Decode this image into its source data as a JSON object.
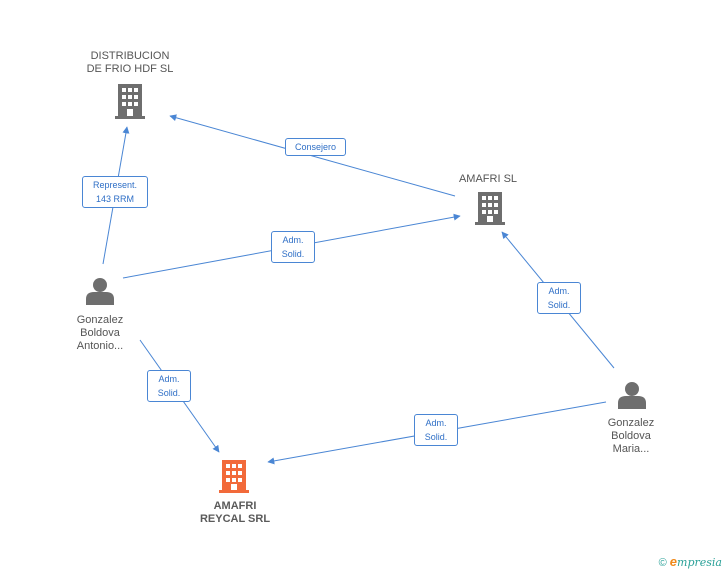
{
  "nodes": {
    "distribucion": {
      "label": "DISTRIBUCION\nDE FRIO HDF SL",
      "kind": "company",
      "color": "#6e6e6e"
    },
    "amafri_sl": {
      "label": "AMAFRI SL",
      "kind": "company",
      "color": "#6e6e6e"
    },
    "gonzalez_antonio": {
      "label": "Gonzalez\nBoldova\nAntonio...",
      "kind": "person",
      "color": "#6e6e6e"
    },
    "gonzalez_maria": {
      "label": "Gonzalez\nBoldova\nMaria...",
      "kind": "person",
      "color": "#6e6e6e"
    },
    "amafri_reycal": {
      "label": "AMAFRI\nREYCAL SRL",
      "kind": "company",
      "color": "#f26a3a"
    }
  },
  "edges": {
    "consejero": {
      "label": "Consejero",
      "from": "amafri_sl",
      "to": "distribucion"
    },
    "represent": {
      "label": "Represent.\n143 RRM",
      "from": "gonzalez_antonio",
      "to": "distribucion"
    },
    "adm_antonio_amafri": {
      "label": "Adm.\nSolid.",
      "from": "gonzalez_antonio",
      "to": "amafri_sl"
    },
    "adm_antonio_reycal": {
      "label": "Adm.\nSolid.",
      "from": "gonzalez_antonio",
      "to": "amafri_reycal"
    },
    "adm_maria_amafri": {
      "label": "Adm.\nSolid.",
      "from": "gonzalez_maria",
      "to": "amafri_sl"
    },
    "adm_maria_reycal": {
      "label": "Adm.\nSolid.",
      "from": "gonzalez_maria",
      "to": "amafri_reycal"
    }
  },
  "colors": {
    "edge": "#4a86d4"
  },
  "footer": {
    "copyright_symbol": "©",
    "brand_initial": "e",
    "brand_rest": "mpresia"
  }
}
